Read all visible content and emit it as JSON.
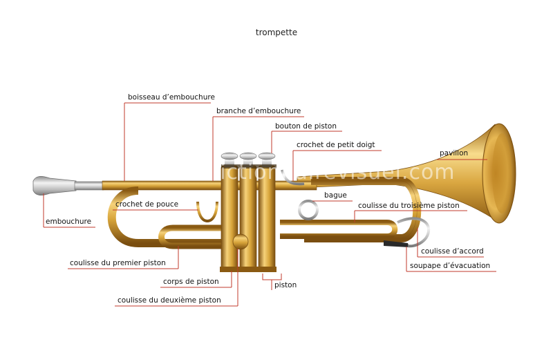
{
  "title": "trompette",
  "watermark": "www.ledictionnairevisuel.com",
  "colors": {
    "leader": "#c0392b",
    "brass_light": "#f6d27a",
    "brass_mid": "#d7a43a",
    "brass_dark": "#8a5a12",
    "silver": "#cfcfcf"
  },
  "labels": {
    "boisseau": "boisseau d’embouchure",
    "branche": "branche d’embouchure",
    "bouton": "bouton de piston",
    "crochet_petit": "crochet de petit doigt",
    "pavillon": "pavillon",
    "bague": "bague",
    "crochet_pouce": "crochet de pouce",
    "coulisse_trois": "coulisse du troisième piston",
    "embouchure": "embouchure",
    "coulisse_accord": "coulisse d’accord",
    "coulisse_premier": "coulisse du premier piston",
    "soupape": "soupape d’évacuation",
    "corps": "corps de piston",
    "piston": "piston",
    "coulisse_deux": "coulisse du deuxième piston"
  }
}
